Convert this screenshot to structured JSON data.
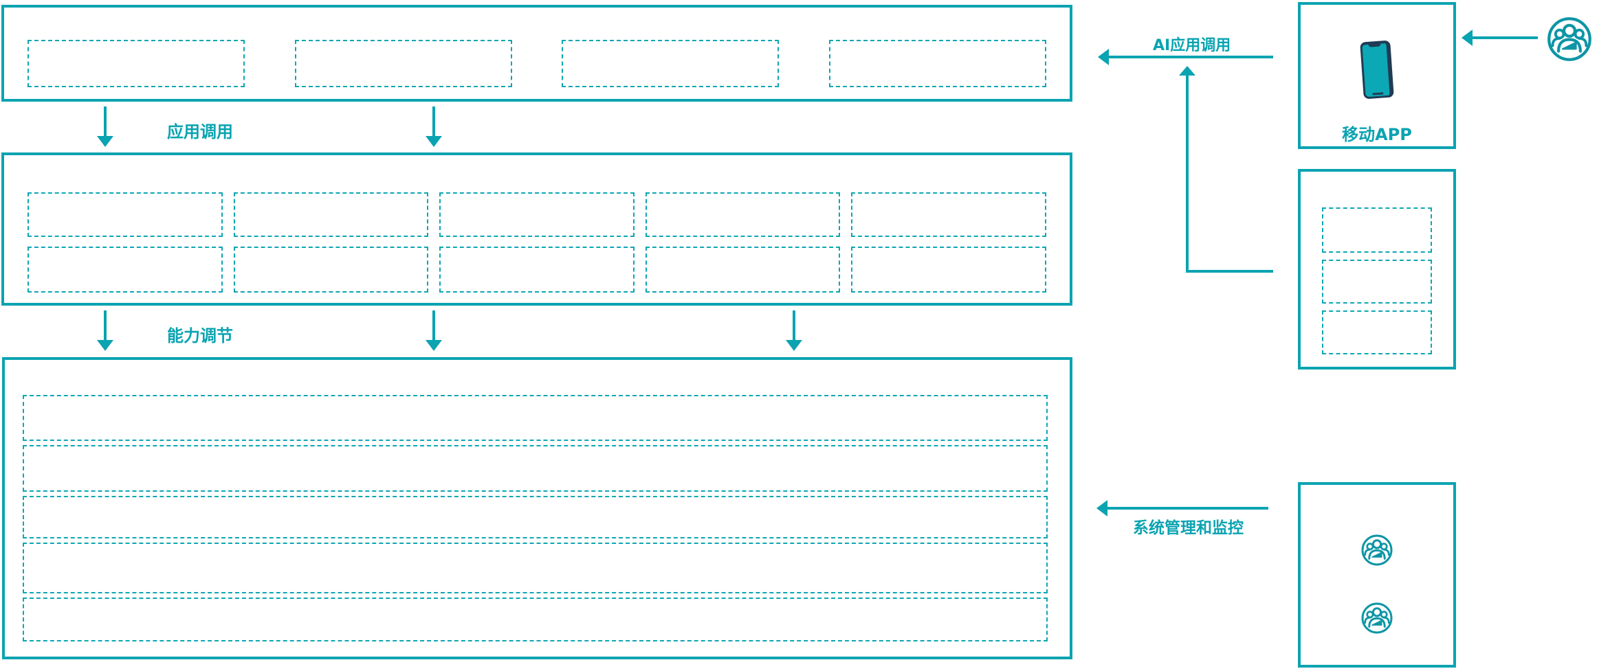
{
  "colors": {
    "line_teal": "#0AA3B1",
    "dash_teal": "#0CA6B4",
    "icon_teal": "#0D95A5",
    "phone_navy": "#213B55",
    "phone_screen": "#0CA8B6",
    "background": "#FFFFFF"
  },
  "app_layer": {
    "placeholders": 4
  },
  "capability_layer": {
    "placeholders": 10,
    "rows": 2,
    "cols": 5
  },
  "platform_layer": {
    "placeholders": 5
  },
  "mini_program_panel": {
    "placeholders": 3
  },
  "admin_panel": {
    "icon_count": 2,
    "icon": "users-icon"
  },
  "external_user": {
    "icon": "users-icon"
  },
  "mobile_app": {
    "label": "移动APP",
    "icon": "phone-icon"
  },
  "flow_labels": {
    "app_call": "应用调用",
    "capability_adjust": "能力调节",
    "ai_app_call": "AI应用调用",
    "system_monitor": "系统管理和监控"
  }
}
